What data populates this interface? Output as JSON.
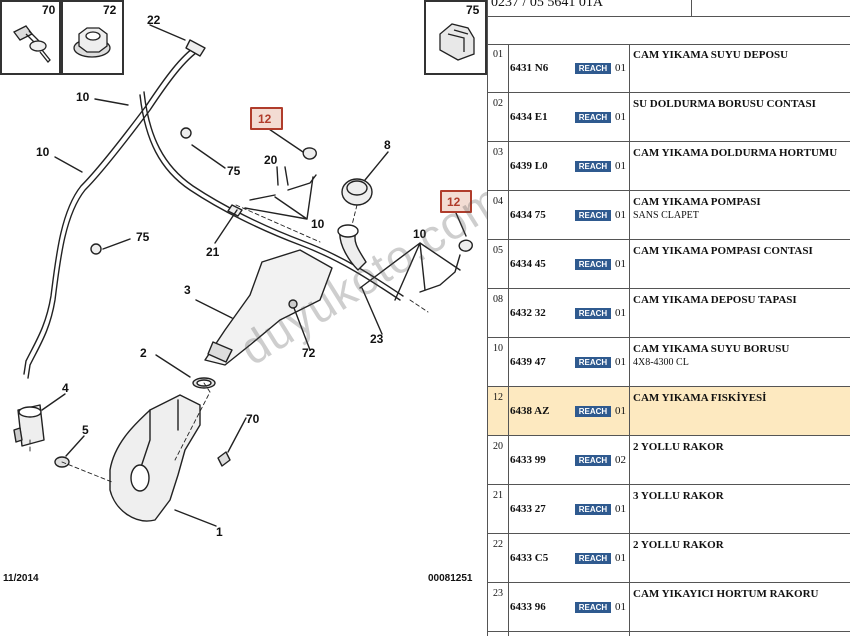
{
  "diagram": {
    "thumbnails": [
      {
        "label": "70"
      },
      {
        "label": "72"
      },
      {
        "label": "75"
      }
    ],
    "callouts": {
      "c1": "1",
      "c2": "2",
      "c3": "3",
      "c4": "4",
      "c5": "5",
      "c8": "8",
      "c10a": "10",
      "c10b": "10",
      "c10c": "10",
      "c10d": "10",
      "c12a": "12",
      "c12b": "12",
      "c20": "20",
      "c21": "21",
      "c22": "22",
      "c23": "23",
      "c70": "70",
      "c72": "72",
      "c75a": "75",
      "c75b": "75"
    },
    "footer_left": "11/2014",
    "footer_right": "00081251",
    "watermark": "duyukoto.com",
    "accent_color": "#b03c2b"
  },
  "parts": {
    "header_ref": "0237 / 05 5641 01A",
    "badge_label": "REACH",
    "rows": [
      {
        "idx": "01",
        "code": "6431 N6",
        "qty": "01",
        "name": "CAM YIKAMA SUYU DEPOSU",
        "sub": ""
      },
      {
        "idx": "02",
        "code": "6434 E1",
        "qty": "01",
        "name": "SU DOLDURMA BORUSU CONTASI",
        "sub": ""
      },
      {
        "idx": "03",
        "code": "6439 L0",
        "qty": "01",
        "name": "CAM YIKAMA DOLDURMA HORTUMU",
        "sub": ""
      },
      {
        "idx": "04",
        "code": "6434 75",
        "qty": "01",
        "name": "CAM YIKAMA POMPASI",
        "sub": "SANS CLAPET"
      },
      {
        "idx": "05",
        "code": "6434 45",
        "qty": "01",
        "name": "CAM YIKAMA POMPASI CONTASI",
        "sub": ""
      },
      {
        "idx": "08",
        "code": "6432 32",
        "qty": "01",
        "name": "CAM YIKAMA DEPOSU TAPASI",
        "sub": ""
      },
      {
        "idx": "10",
        "code": "6439 47",
        "qty": "01",
        "name": "CAM YIKAMA SUYU BORUSU",
        "sub": "4X8-4300 CL"
      },
      {
        "idx": "12",
        "code": "6438 AZ",
        "qty": "01",
        "name": "CAM YIKAMA FISKİYESİ",
        "sub": "",
        "highlight": true
      },
      {
        "idx": "20",
        "code": "6433 99",
        "qty": "02",
        "name": "2 YOLLU RAKOR",
        "sub": ""
      },
      {
        "idx": "21",
        "code": "6433 27",
        "qty": "01",
        "name": "3 YOLLU RAKOR",
        "sub": ""
      },
      {
        "idx": "22",
        "code": "6433 C5",
        "qty": "01",
        "name": "2 YOLLU RAKOR",
        "sub": ""
      },
      {
        "idx": "23",
        "code": "6433 96",
        "qty": "01",
        "name": "CAM YIKAYICI HORTUM RAKORU",
        "sub": ""
      }
    ]
  }
}
